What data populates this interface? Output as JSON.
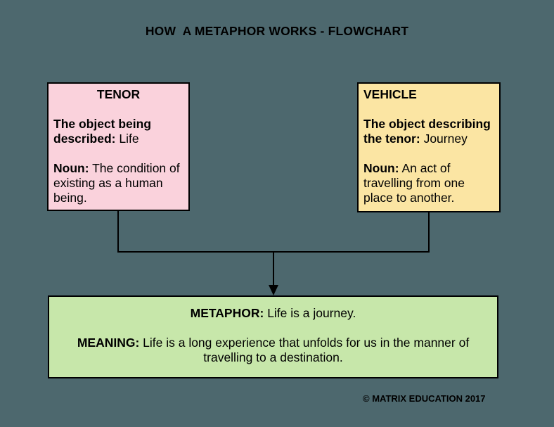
{
  "page": {
    "title": "HOW  A METAPHOR WORKS - FLOWCHART",
    "copyright": "© MATRIX EDUCATION 2017"
  },
  "colors": {
    "background": "#4d686e",
    "tenor_fill": "#fad2dc",
    "vehicle_fill": "#fbe5a3",
    "result_fill": "#c7e7aa",
    "line": "#000000"
  },
  "tenor_box": {
    "heading": "TENOR",
    "object_label": "The object being described:",
    "object_value": " Life",
    "noun_label": "Noun:",
    "noun_value": " The condition of existing as a human being."
  },
  "vehicle_box": {
    "heading": "VEHICLE",
    "object_label": "The object describing the tenor:",
    "object_value": " Journey",
    "noun_label": "Noun:",
    "noun_value": " An act of travelling from one place to another."
  },
  "result_box": {
    "metaphor_label": "METAPHOR:",
    "metaphor_value": " Life is a journey.",
    "meaning_label": "MEANING:",
    "meaning_value": " Life is a long experience that unfolds for us in the manner of travelling to a destination."
  }
}
